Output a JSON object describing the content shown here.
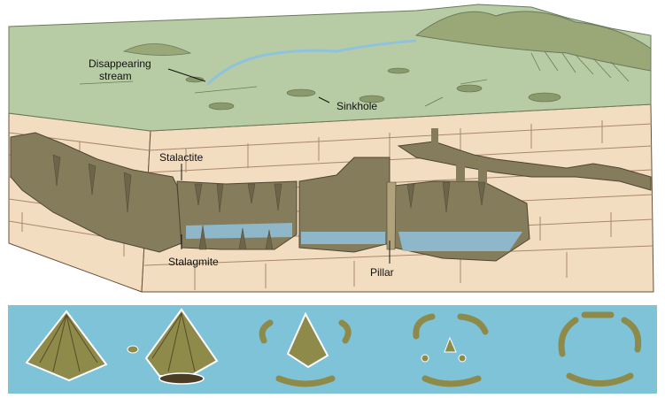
{
  "labels": {
    "disappearing_stream_line1": "Disappearing",
    "disappearing_stream_line2": "stream",
    "sinkhole": "Sinkhole",
    "stalactite": "Stalactite",
    "stalagmite": "Stalagmite",
    "pillar": "Pillar"
  },
  "colors": {
    "surface": "#b7cca4",
    "rock": "#f2ddc0",
    "rock_lines": "#a9886a",
    "cave": "#857c5b",
    "water": "#8fc3dd",
    "panel_bg": "#7fc3d9",
    "tower": "#8d8a4a",
    "rim": "#ffffff"
  },
  "stages": [
    {
      "icon": "tower-icon"
    },
    {
      "icon": "dissolving-tower-icon"
    },
    {
      "icon": "eroding-tower-icon"
    },
    {
      "icon": "remnant-fragments-icon"
    },
    {
      "icon": "ring-remnants-icon"
    }
  ]
}
